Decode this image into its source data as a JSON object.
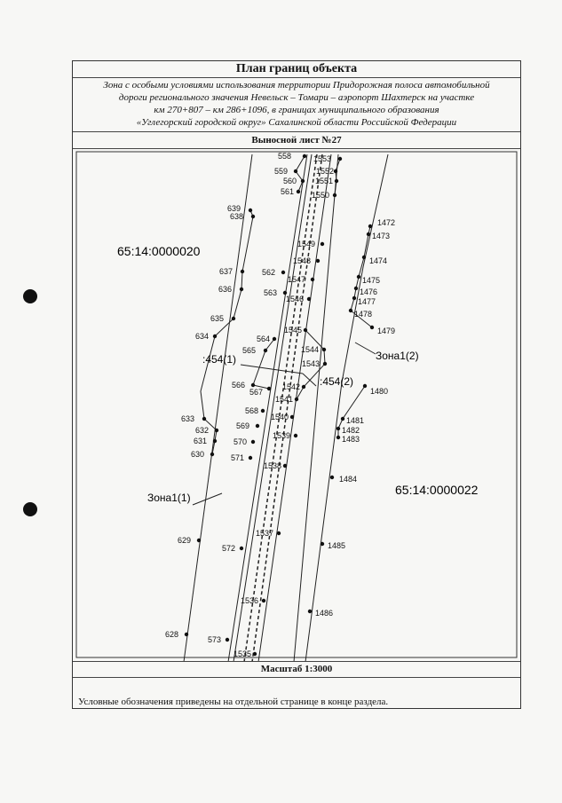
{
  "header": {
    "title": "План границ объекта",
    "description": [
      "Зона с особыми условиями использования территории Придорожная полоса автомобильной",
      "дороги регионального значения Невельск – Томари – аэропорт Шахтерск на участке",
      "км 270+807 – км 286+1096, в границах муниципального образования",
      "«Углегорский городской округ» Сахалинской области Российской Федерации"
    ],
    "sheet": "Выносной лист №27"
  },
  "map": {
    "parcels": [
      "65:14:0000020",
      "65:14:0000022"
    ],
    "parts": [
      ":454(1)",
      ":454(2)"
    ],
    "zones": [
      "Зона1(1)",
      "Зона1(2)"
    ],
    "points": [
      "558",
      "559",
      "560",
      "561",
      "639",
      "638",
      "637",
      "636",
      "635",
      "634",
      "562",
      "563",
      "564",
      "565",
      "566",
      "567",
      "568",
      "569",
      "570",
      "571",
      "572",
      "573",
      "633",
      "632",
      "631",
      "630",
      "629",
      "628",
      "1553",
      "1552",
      "1551",
      "1550",
      "1549",
      "1548",
      "1547",
      "1546",
      "1545",
      "1544",
      "1543",
      "1542",
      "1541",
      "1540",
      "1539",
      "1538",
      "1537",
      "1536",
      "1535",
      "1472",
      "1473",
      "1474",
      "1475",
      "1476",
      "1477",
      "1478",
      "1479",
      "1480",
      "1481",
      "1482",
      "1483",
      "1484",
      "1485",
      "1486"
    ]
  },
  "footer": {
    "scale": "Масштаб 1:3000",
    "note": "Условные обозначения приведены на отдельной странице в конце раздела."
  }
}
